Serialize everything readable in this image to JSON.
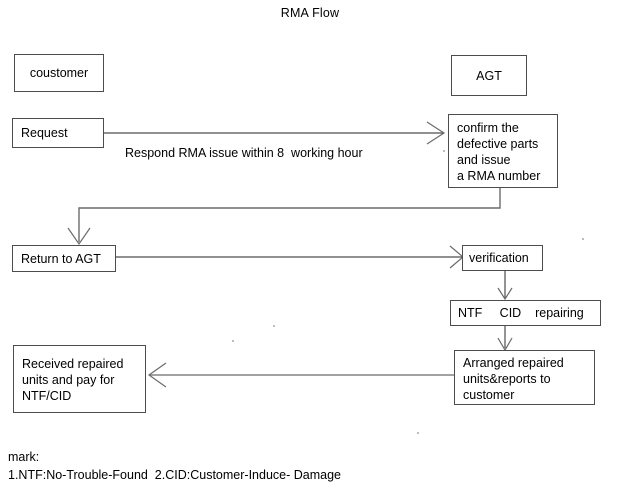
{
  "title": "RMA Flow",
  "nodes": {
    "customer": "coustomer",
    "agt": "AGT",
    "request": "Request",
    "confirm": "confirm the\ndefective parts\nand issue\na RMA number",
    "return_to_agt": "Return to AGT",
    "verification": "verification",
    "ntf_cid": "NTF     CID    repairing",
    "received": "Received repaired\nunits and pay for\nNTF/CID",
    "arranged": "Arranged repaired\nunits&reports to\ncustomer"
  },
  "edges": {
    "request_to_confirm_label": "Respond RMA issue within 8  working hour"
  },
  "footnote": {
    "line1": "mark:",
    "line2": "1.NTF:No-Trouble-Found  2.CID:Customer-Induce- Damage"
  },
  "colors": {
    "stroke": "#4d4d4d",
    "text": "#000000",
    "background": "#ffffff"
  }
}
